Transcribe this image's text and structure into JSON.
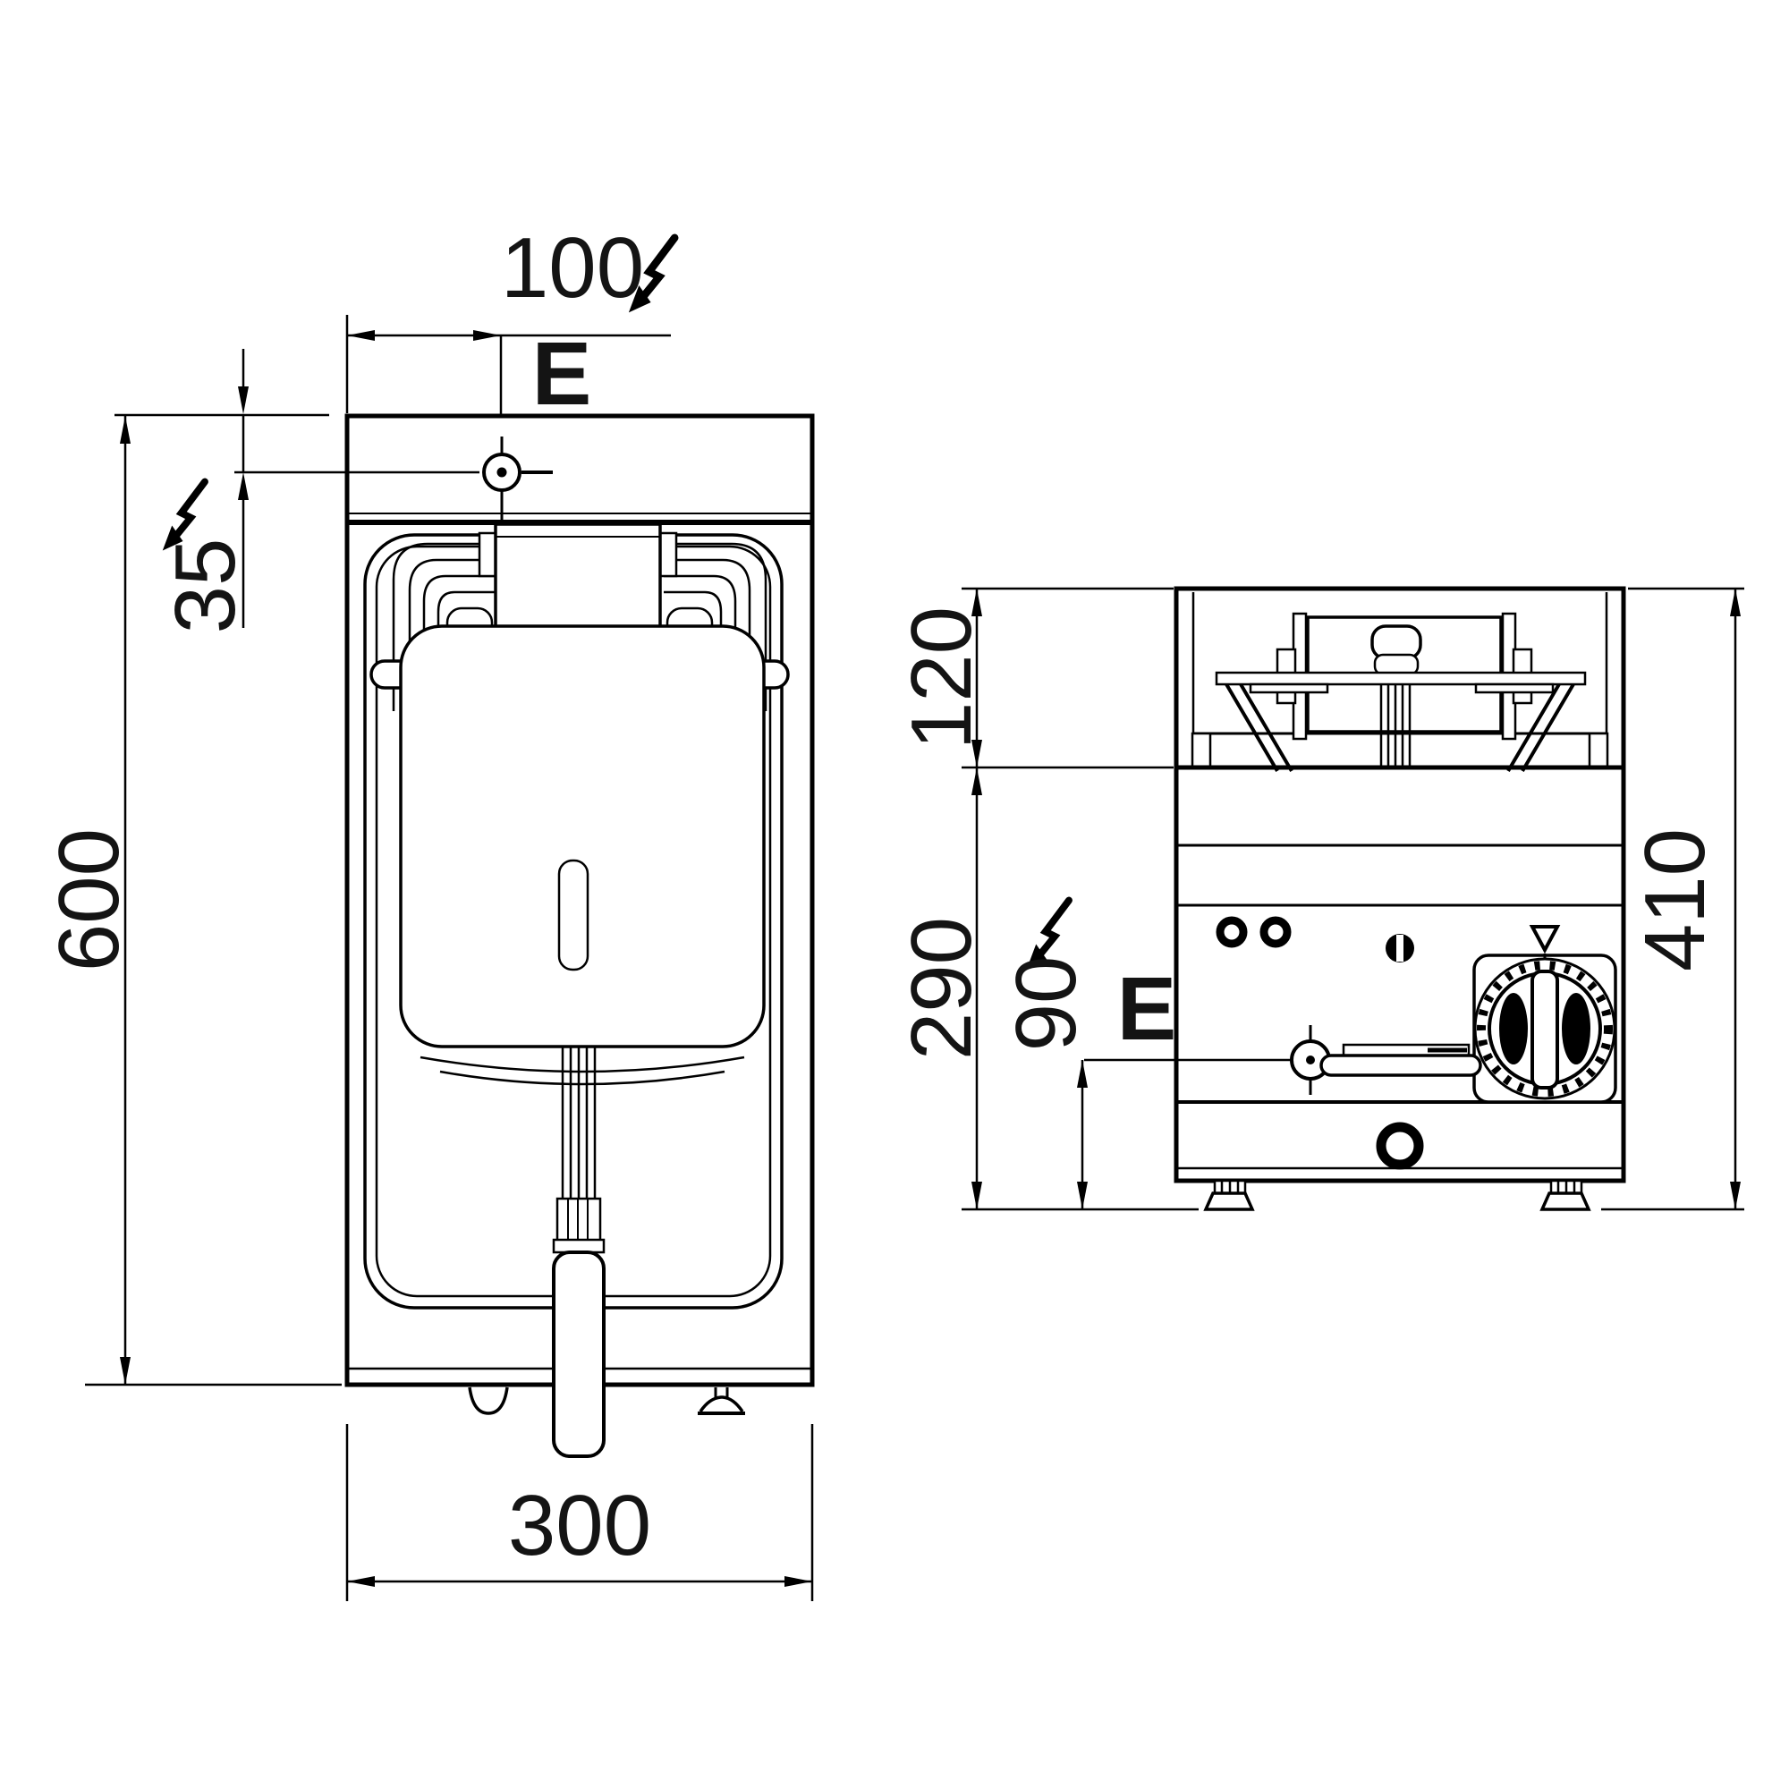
{
  "colors": {
    "background": "#ffffff",
    "line": "#000000",
    "text": "#141414"
  },
  "top_view": {
    "depth_mm": "600",
    "width_mm": "300",
    "electric_x_mm": "100",
    "electric_y_mm": "35",
    "electric_marker": "E"
  },
  "front_view": {
    "basket_height_mm": "120",
    "panel_height_mm": "290",
    "electric_height_mm": "90",
    "total_height_mm": "410",
    "electric_marker": "E"
  }
}
